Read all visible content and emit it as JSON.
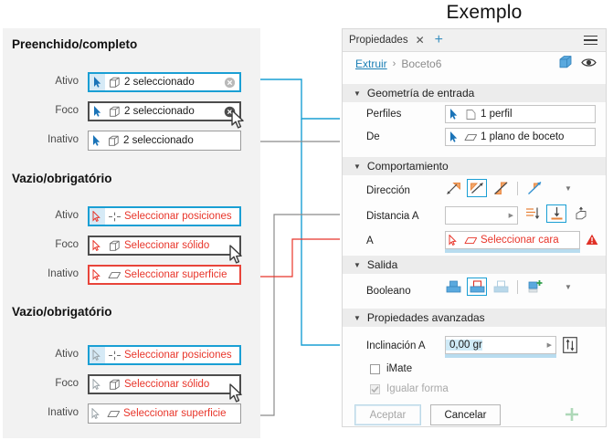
{
  "title": "Exemplo",
  "left": {
    "groups": [
      {
        "heading": "Preenchido/completo",
        "rows": [
          {
            "label": "Ativo",
            "text": "2 seleccionado",
            "geo": "box-icon",
            "state": "active",
            "clear": true
          },
          {
            "label": "Foco",
            "text": "2 seleccionado",
            "geo": "box-icon",
            "state": "focus",
            "clear": true
          },
          {
            "label": "Inativo",
            "text": "2 seleccionado",
            "geo": "box-icon",
            "state": "inactive",
            "clear": false
          }
        ]
      },
      {
        "heading": "Vazio/obrigatório",
        "rows": [
          {
            "label": "Ativo",
            "text": "Seleccionar posiciones",
            "geo": "point-icon",
            "state": "active",
            "clear": false
          },
          {
            "label": "Foco",
            "text": "Seleccionar sólido",
            "geo": "box-icon",
            "state": "focus",
            "clear": false
          },
          {
            "label": "Inativo",
            "text": "Seleccionar superficie",
            "geo": "plane-icon",
            "state": "req-inactive",
            "clear": false
          }
        ]
      },
      {
        "heading": "Vazio/obrigatório",
        "rows": [
          {
            "label": "Ativo",
            "text": "Seleccionar posiciones",
            "geo": "point-icon",
            "state": "active",
            "clear": false
          },
          {
            "label": "Foco",
            "text": "Seleccionar sólido",
            "geo": "box-icon",
            "state": "focus",
            "clear": false
          },
          {
            "label": "Inativo",
            "text": "Seleccionar superficie",
            "geo": "plane-icon",
            "state": "req-inactive2",
            "clear": false
          }
        ]
      }
    ]
  },
  "right": {
    "tab": {
      "label": "Propiedades",
      "close": "✕",
      "add": "+"
    },
    "breadcrumb": {
      "link": "Extruir",
      "sep": "›",
      "current": "Boceto6"
    },
    "sections": [
      {
        "name": "Geometría de entrada"
      },
      {
        "name": "Comportamiento"
      },
      {
        "name": "Salida"
      },
      {
        "name": "Propiedades avanzadas"
      }
    ],
    "fields": {
      "perfiles_label": "Perfiles",
      "perfiles_value": "1 perfil",
      "de_label": "De",
      "de_value": "1 plano de boceto",
      "direccion_label": "Dirección",
      "distancia_label": "Distancia A",
      "distancia_value": "",
      "a_label": "A",
      "a_value": "Seleccionar cara",
      "booleano_label": "Booleano",
      "inclinacion_label": "Inclinación A",
      "inclinacion_value": "0,00 gr",
      "imate_label": "iMate",
      "igualar_label": "Igualar forma"
    },
    "buttons": {
      "ok": "Aceptar",
      "cancel": "Cancelar",
      "plus": "+"
    }
  },
  "colors": {
    "accent": "#1a9fd4",
    "error": "#e8352a",
    "link": "#1b7fb5",
    "panel_bg": "#f2f2f2",
    "orange": "#e8843c"
  }
}
